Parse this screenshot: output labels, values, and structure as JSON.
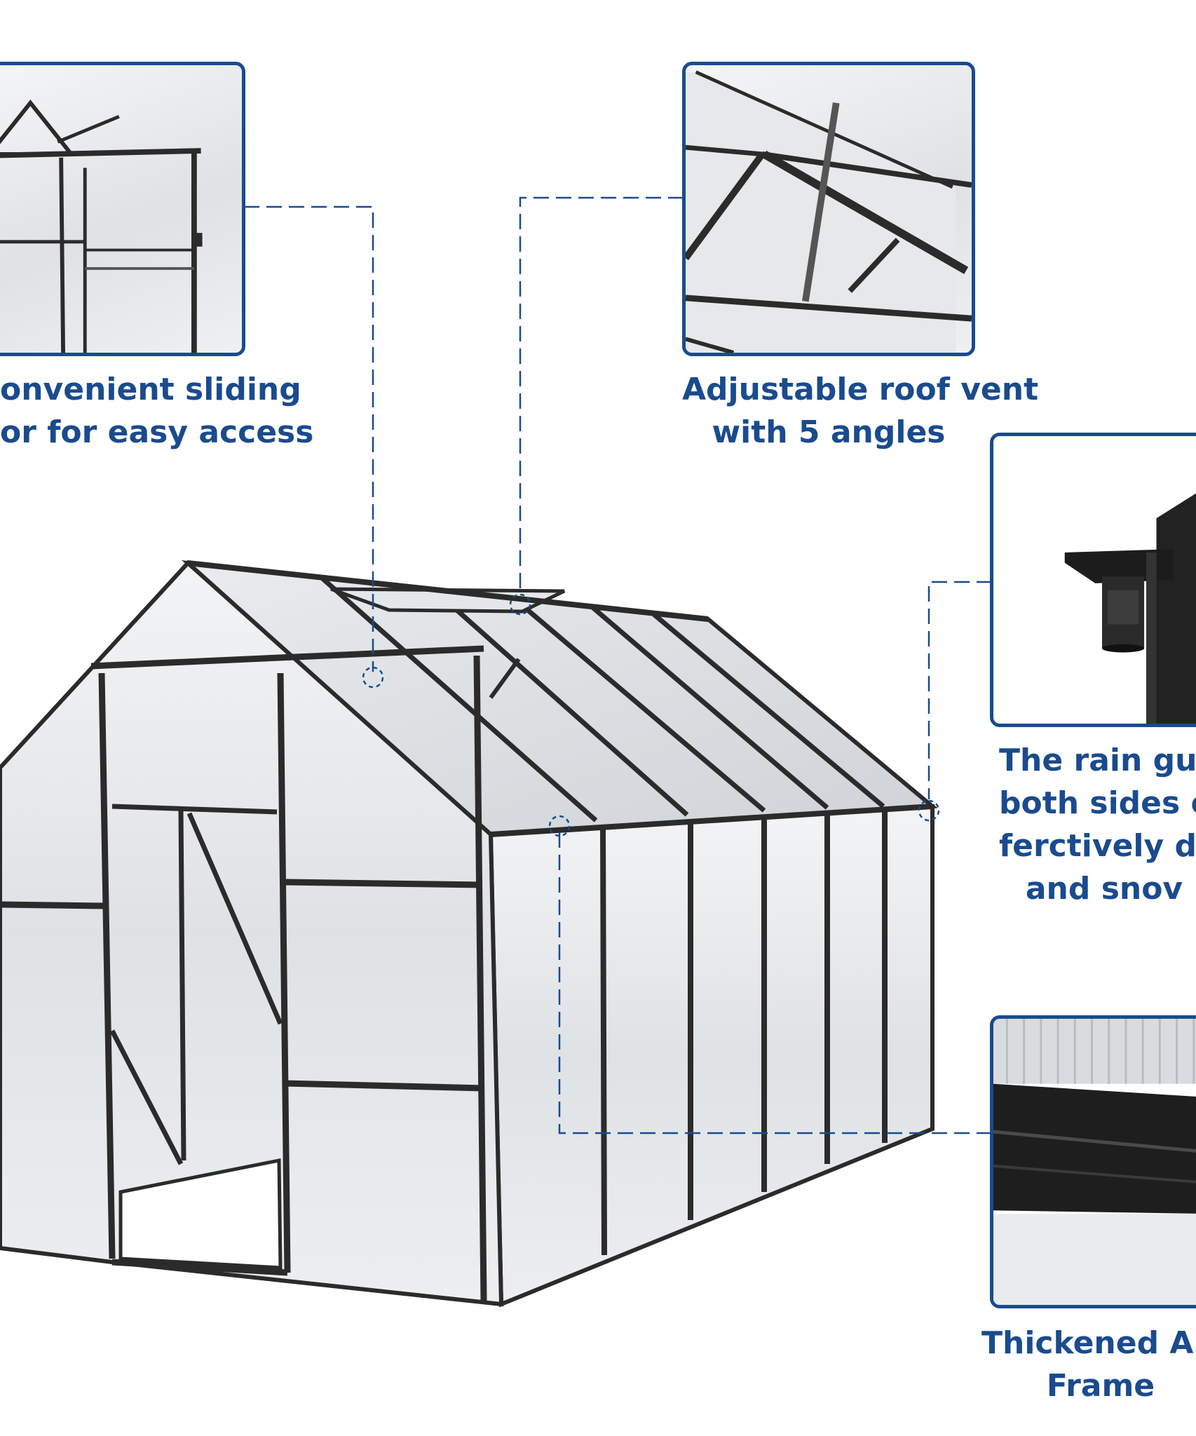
{
  "features": [
    {
      "id": "sliding-door",
      "lines": [
        "onvenient sliding",
        "or for easy access"
      ],
      "color": "#1a4b8e"
    },
    {
      "id": "roof-vent",
      "lines": [
        "Adjustable roof vent",
        "with 5 angles"
      ],
      "color": "#1a4b8e"
    },
    {
      "id": "rain-gutter",
      "lines": [
        "The rain gutte",
        "both sides ca",
        "fercti​vely drai",
        "and snov"
      ],
      "color": "#1a4b8e"
    },
    {
      "id": "frame",
      "lines": [
        "Thickened Alur",
        "Frame"
      ],
      "color": "#1a4b8e"
    }
  ],
  "colors": {
    "accent": "#1a4b8e",
    "frame": "#2b2b2b",
    "panel_fill": "#e3e6e9"
  }
}
